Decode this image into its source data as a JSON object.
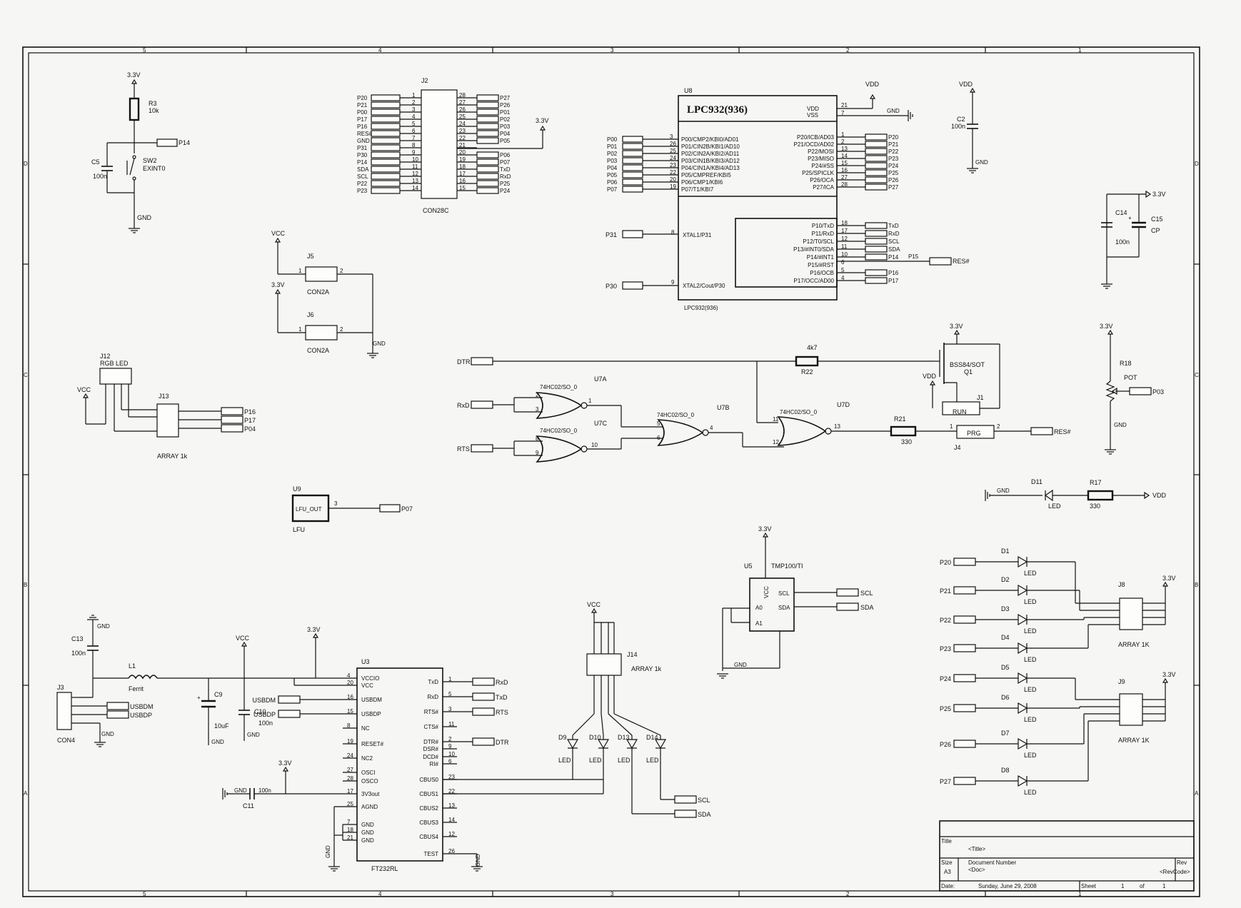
{
  "borders": {
    "top": [
      "5",
      "4",
      "3",
      "2",
      "1"
    ],
    "side": [
      "D",
      "C",
      "B",
      "A"
    ]
  },
  "power": {
    "v33": "3.3V",
    "vcc": "VCC",
    "vdd": "VDD",
    "gnd": "GND"
  },
  "reset": {
    "r3": "R3",
    "r3v": "10k",
    "c5": "C5",
    "c5v": "100n",
    "sw": "SW2",
    "swv": "EXINT0",
    "p14": "P14"
  },
  "j2": {
    "ref": "J2",
    "name": "CON28C",
    "left_nets": [
      "P20",
      "P21",
      "P00",
      "P17",
      "P16",
      "RES#",
      "GND",
      "P31",
      "P30",
      "P14",
      "SDA",
      "SCL",
      "P22",
      "P23"
    ],
    "left_pins": [
      "1",
      "2",
      "3",
      "4",
      "5",
      "6",
      "7",
      "8",
      "9",
      "10",
      "11",
      "12",
      "13",
      "14"
    ],
    "right_pins": [
      "28",
      "27",
      "26",
      "25",
      "24",
      "23",
      "22",
      "21",
      "20",
      "19",
      "18",
      "17",
      "16",
      "15"
    ],
    "right_nets": [
      "P27",
      "P26",
      "P01",
      "P02",
      "P03",
      "P04",
      "P05",
      "",
      "P06",
      "P07",
      "TxD",
      "RxD",
      "P25",
      "P24"
    ]
  },
  "jumpers": {
    "j5": "J5",
    "j5n": "CON2A",
    "j6": "J6",
    "j6n": "CON2A",
    "p1": "1",
    "p2": "2"
  },
  "u8": {
    "ref": "U8",
    "title": "LPC932(936)",
    "footer": "LPC932(936)",
    "left_nets": [
      "P00",
      "P01",
      "P02",
      "P03",
      "P04",
      "P05",
      "P06",
      "P07"
    ],
    "left_pins": [
      "3",
      "26",
      "25",
      "24",
      "23",
      "22",
      "20",
      "19"
    ],
    "left_funcs": [
      "P00/CMP2/KBI0/AD01",
      "P01/CIN2B/KBI1/AD10",
      "P02/CIN2A/KBI2/AD11",
      "P03/CIN1B/KBI3/AD12",
      "P04/CIN1A/KBI4/AD13",
      "P05/CMPREF/KBI5",
      "P06/CMP1/KBI6",
      "P07/T1/KBI7"
    ],
    "right_funcs": [
      "P20/ICB/AD03",
      "P21/OCD/AD02",
      "P22/MOSI",
      "P23/MISO",
      "P24/#SS",
      "P25/SPICLK",
      "P26/OCA",
      "P27/ICA"
    ],
    "right_pins": [
      "1",
      "2",
      "13",
      "14",
      "15",
      "16",
      "27",
      "28"
    ],
    "right_nets": [
      "P20",
      "P21",
      "P22",
      "P23",
      "P24",
      "P25",
      "P26",
      "P27"
    ],
    "vdd": "VDD",
    "vss": "VSS",
    "vdd_pin": "21",
    "vss_pin": "7",
    "gnd": "GND",
    "xtal1": "XTAL1/P31",
    "xtal1_pin": "8",
    "xtal1_net": "P31",
    "xtal2": "XTAL2/Cout/P30",
    "xtal2_pin": "9",
    "xtal2_net": "P30",
    "p1_funcs": [
      "P10/TxD",
      "P11/RxD",
      "P12/T0/SCL",
      "P13/#INT0/SDA",
      "P14/#INT1",
      "P15/#RST",
      "P16/OCB",
      "P17/OCC/AD00"
    ],
    "p1_pins": [
      "18",
      "17",
      "12",
      "11",
      "10",
      "6",
      "5",
      "4"
    ],
    "p1_nets": [
      "TxD",
      "RxD",
      "SCL",
      "SDA",
      "P14",
      "",
      "P16",
      "P17"
    ],
    "p15": "P15",
    "res": "RES#"
  },
  "caps": {
    "c2": "C2",
    "c2v": "100n",
    "c14": "C14",
    "c15": "C15",
    "c15v": "CP",
    "c14v": "100n"
  },
  "logic": {
    "dtr": "DTR",
    "rxd": "RxD",
    "rts": "RTS",
    "r22": "R22",
    "r22v": "4k7",
    "q1": "BSS84/SOT",
    "q1r": "Q1",
    "j1": "J1",
    "run": "RUN",
    "j4": "J4",
    "prg": "PRG",
    "u7a": "U7A",
    "u7b": "U7B",
    "u7c": "U7C",
    "u7d": "U7D",
    "gate": "74HC02/SO_0",
    "r21": "R21",
    "r21v": "330",
    "res": "RES#",
    "pins": [
      "2",
      "3",
      "1",
      "8",
      "9",
      "10",
      "5",
      "6",
      "4",
      "11",
      "12",
      "13",
      "1",
      "2"
    ]
  },
  "pot": {
    "r18": "R18",
    "name": "POT",
    "p03": "P03"
  },
  "rgb": {
    "j12": "J12",
    "name": "RGB LED",
    "j13": "J13",
    "arr": "ARRAY 1k",
    "nets": [
      "P16",
      "P17",
      "P04"
    ]
  },
  "lfu": {
    "u9": "U9",
    "out": "LFU_OUT",
    "name": "LFU",
    "pin": "3",
    "net": "P07"
  },
  "led11": {
    "d11": "D11",
    "led": "LED",
    "r17": "R17",
    "r17v": "330"
  },
  "tmp": {
    "u5": "U5",
    "name": "TMP100/TI",
    "vcc": "VCC",
    "a0": "A0",
    "a1": "A1",
    "gnd": "GND",
    "scl": "SCL",
    "sda": "SDA"
  },
  "leds": {
    "refs": [
      "D1",
      "D2",
      "D3",
      "D4",
      "D5",
      "D6",
      "D7",
      "D8"
    ],
    "nets": [
      "P20",
      "P21",
      "P22",
      "P23",
      "P24",
      "P25",
      "P26",
      "P27"
    ],
    "label": "LED",
    "j8": "J8",
    "j9": "J9",
    "arr": "ARRAY 1K"
  },
  "usb": {
    "c13": "C13",
    "c13v": "100n",
    "l1": "L1",
    "l1v": "Ferrit",
    "j3": "J3",
    "con": "CON4",
    "usbdm": "USBDM",
    "usbdp": "USBDP",
    "c9": "C9",
    "c9v": "10uF",
    "c10": "C10",
    "c10v": "100n",
    "c11": "C11",
    "c11v": "100n",
    "gnd": "GND"
  },
  "u3": {
    "ref": "U3",
    "name": "FT232RL",
    "left": [
      "VCCIO",
      "VCC",
      "USBDM",
      "USBDP",
      "NC",
      "RESET#",
      "NC2",
      "OSCI",
      "OSCO",
      "3V3out",
      "AGND",
      "GND",
      "GND",
      "GND"
    ],
    "left_pins": [
      "4",
      "20",
      "16",
      "15",
      "8",
      "19",
      "24",
      "27",
      "28",
      "17",
      "25",
      "7",
      "18",
      "21"
    ],
    "right": [
      "TxD",
      "RxD",
      "RTS#",
      "CTS#",
      "DTR#",
      "DSR#",
      "DCD#",
      "RI#",
      "CBUS0",
      "CBUS1",
      "CBUS2",
      "CBUS3",
      "CBUS4",
      "TEST"
    ],
    "right_pins": [
      "1",
      "5",
      "3",
      "11",
      "2",
      "9",
      "10",
      "6",
      "23",
      "22",
      "13",
      "14",
      "12",
      "26"
    ],
    "nets": [
      "RxD",
      "TxD",
      "RTS",
      "DTR"
    ]
  },
  "leds2": {
    "j14": "J14",
    "arr": "ARRAY 1k",
    "refs": [
      "D9",
      "D10",
      "D13",
      "D14"
    ],
    "label": "LED",
    "scl": "SCL",
    "sda": "SDA"
  },
  "titleblock": {
    "title_lbl": "Title",
    "title": "<Title>",
    "size_lbl": "Size",
    "size": "A3",
    "docnum_lbl": "Document Number",
    "doc": "<Doc>",
    "rev_lbl": "Rev",
    "rev": "<RevCode>",
    "date_lbl": "Date:",
    "date": "Sunday, June 29, 2008",
    "sheet_lbl": "Sheet",
    "sheet": "1",
    "of": "of",
    "total": "1"
  }
}
